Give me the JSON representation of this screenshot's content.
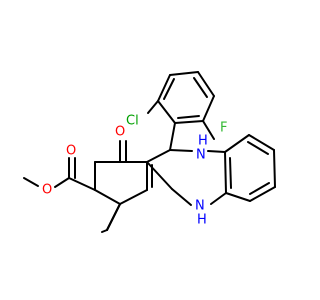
{
  "colors": {
    "background": "#ffffff",
    "carbon": "#000000",
    "oxygen": "#ff0000",
    "nitrogen": "#0000ff",
    "chlorine": "#00a000",
    "fluorine": "#33b833"
  },
  "molecule": {
    "atoms": {
      "cl": "Cl",
      "f": "F",
      "o_ketone": "O",
      "o_ester_carbonyl": "O",
      "o_ester_ether": "O",
      "nh_upper": "H",
      "n_upper": "N",
      "n_lower": "N",
      "nh_lower": "H"
    }
  }
}
